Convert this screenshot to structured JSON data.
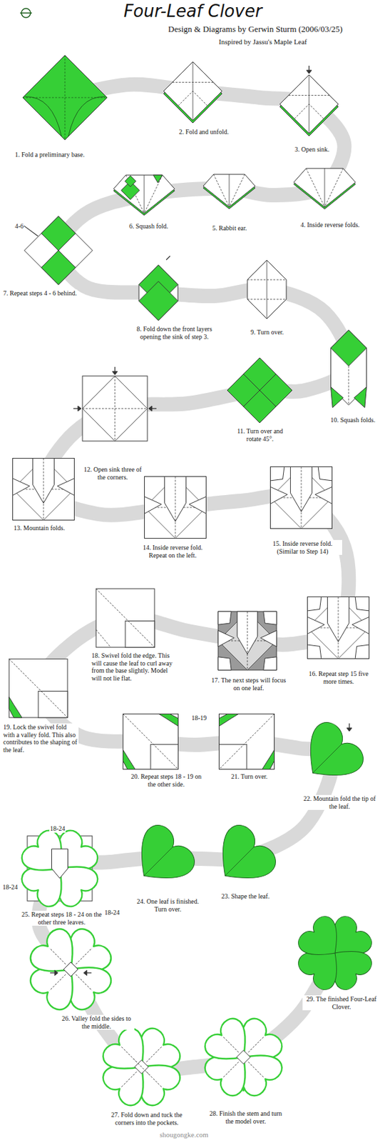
{
  "diagram": {
    "title": "Four-Leaf Clover",
    "labels": [
      "Design & Diagrams by Gerwin Sturm (2006/03/25)",
      "Inspired by Jassu's Maple Leaf",
      "1. Fold a preliminary base.",
      "2. Fold and unfold.",
      "3. Open sink.",
      "4. Inside reverse folds.",
      "5. Rabbit ear.",
      "6. Squash fold.",
      "4-6",
      "7. Repeat steps 4 - 6 behind.",
      "8. Fold down the front layers opening the sink of step 3.",
      "9. Turn over.",
      "10. Squash folds.",
      "11. Turn over and rotate 45°.",
      "12. Open sink three of the corners.",
      "13. Mountain folds.",
      "14. Inside reverse fold. Repeat on the left.",
      "15. Inside reverse fold. (Similar to Step 14)",
      "16. Repeat step 15 five more times.",
      "17. The next steps will focus on one leaf.",
      "18. Swivel fold the edge. This will cause the leaf to curl away from the base slightly. Model will not lie flat.",
      "19. Lock the swivel fold with a valley fold. This also contributes to the shaping of the leaf.",
      "18-19",
      "20. Repeat steps 18 - 19 on the other side.",
      "21. Turn over.",
      "22. Mountain fold the tip of the leaf.",
      "23. Shape the leaf.",
      "24. One leaf is finished. Turn over.",
      "18-24",
      "18-24",
      "18-24",
      "25. Repeat steps 18 - 24 on the other three leaves.",
      "26. Valley fold the sides to the middle.",
      "27. Fold down and tuck the corners into the pockets.",
      "28. Finish the stem and turn the model over.",
      "29. The finished Four-Leaf Clover.",
      "shougongke.com"
    ]
  }
}
